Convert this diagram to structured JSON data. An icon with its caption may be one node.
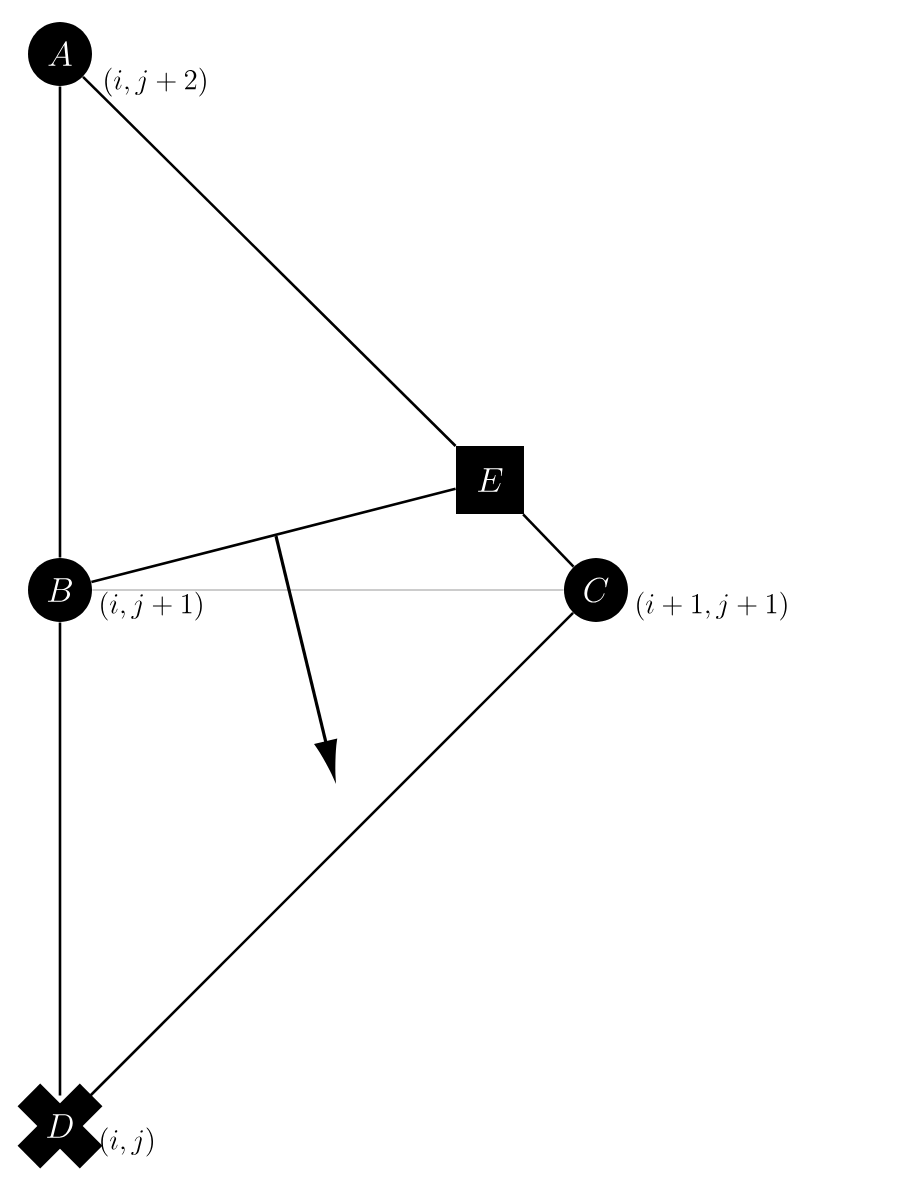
{
  "diagram": {
    "nodes": [
      {
        "text": [
          "A"
        ],
        "beside": [
          "(i,j+2)"
        ]
      },
      {
        "text": [
          "B"
        ],
        "beside": [
          "(i,j+1)"
        ]
      },
      {
        "text": [
          "C"
        ],
        "beside": [
          "(i+1,j+1)"
        ]
      },
      {
        "text": [
          "D"
        ],
        "beside": [
          "(i,j)"
        ]
      },
      {
        "text": [
          "E"
        ]
      }
    ],
    "edges": [
      {
        "from": 0,
        "to": 1,
        "arrow": "none"
      },
      {
        "from": 0,
        "to": 4,
        "arrow": "none"
      },
      {
        "from": 4,
        "to": 2,
        "arrow": "none"
      },
      {
        "from": 1,
        "to": 4,
        "arrow": "none"
      },
      {
        "from": 1,
        "to": 2,
        "arrow": "none",
        "color": "#cccccc"
      },
      {
        "from": 1,
        "to": 3,
        "arrow": "none"
      },
      {
        "from": 2,
        "to": 3,
        "arrow": "none"
      }
    ]
  }
}
